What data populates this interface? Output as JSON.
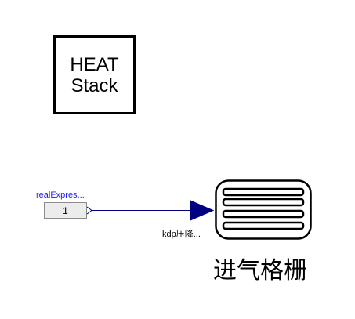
{
  "heat_block": {
    "line1": "HEAT",
    "line2": "Stack"
  },
  "real_expression": {
    "name": "realExpres...",
    "value": "1"
  },
  "grille_component": {
    "port_label": "kdp压降...",
    "title": "进气格栅"
  },
  "colors": {
    "connection_line": "#000080",
    "arrow_fill": "#000080",
    "label_blue": "#1a1aff"
  }
}
